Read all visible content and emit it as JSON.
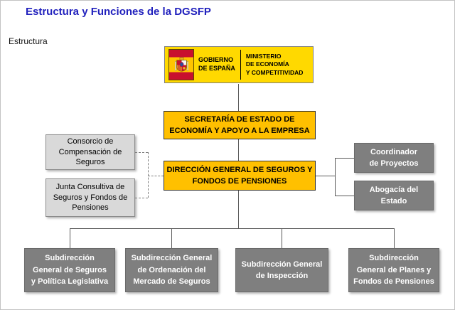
{
  "header": {
    "title": "Estructura y Funciones de la DGSFP",
    "section_label": "Estructura"
  },
  "logo": {
    "government": "GOBIERNO\nDE ESPAÑA",
    "ministry": "MINISTERIO\nDE ECONOMÍA\nY COMPETITIVIDAD"
  },
  "org": {
    "secretaria": "SECRETARÍA DE ESTADO DE\nECONOMÍA Y APOYO A LA EMPRESA",
    "dgsfp": "DIRECCIÓN GENERAL DE SEGUROS Y\nFONDOS DE PENSIONES",
    "advisory": [
      {
        "label": "Consorcio de\nCompensación de\nSeguros"
      },
      {
        "label": "Junta Consultiva de\nSeguros y Fondos de\nPensiones"
      }
    ],
    "staff": [
      {
        "label": "Coordinador\nde Proyectos"
      },
      {
        "label": "Abogacía del\nEstado"
      }
    ],
    "subdirections": [
      {
        "label": "Subdirección\nGeneral de Seguros\ny Política Legislativa"
      },
      {
        "label": "Subdirección General\nde Ordenación del\nMercado de Seguros"
      },
      {
        "label": "Subdirección General\nde  Inspección"
      },
      {
        "label": "Subdirección\nGeneral de Planes y\nFondos de Pensiones"
      }
    ]
  },
  "colors": {
    "title_blue": "#2121BD",
    "logo_yellow": "#FFD900",
    "flag_red": "#C8102E",
    "box_orange": "#FFC000",
    "box_light_gray": "#D9D9D9",
    "box_dark_gray": "#7F7F7F",
    "connector_gray": "#595959"
  }
}
